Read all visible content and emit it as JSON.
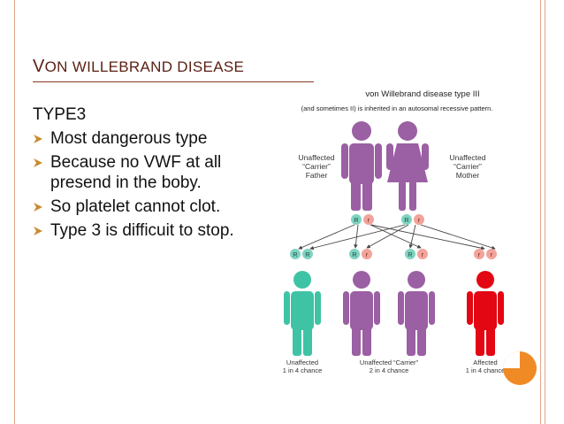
{
  "slide": {
    "title_first_letter": "V",
    "title_rest": "ON WILLEBRAND DISEASE",
    "heading": "TYPE3",
    "bullets": [
      "Most dangerous type",
      "Because no VWF at all presend in the boby.",
      "So platelet cannot clot.",
      "Type 3 is difficuit to stop."
    ]
  },
  "figure": {
    "title_line1": "von Willebrand disease type III",
    "title_line2": "(and sometimes II) is inherited in an autosomal recessive pattern.",
    "father_label": [
      "Unaffected",
      "“Carrier”",
      "Father"
    ],
    "mother_label": [
      "Unaffected",
      "“Carrier”",
      "Mother"
    ],
    "father_alleles": [
      "R",
      "r"
    ],
    "mother_alleles": [
      "R",
      "r"
    ],
    "children": [
      {
        "alleles": [
          "R",
          "R"
        ],
        "label1": "Unaffected",
        "label2": "1 in 4 chance"
      },
      {
        "alleles": [
          "R",
          "r"
        ],
        "label1": "Unaffected “Carrier”",
        "label2": "2 in 4 chance"
      },
      {
        "alleles": [
          "R",
          "r"
        ],
        "label1": "",
        "label2": ""
      },
      {
        "alleles": [
          "r",
          "r"
        ],
        "label1": "Affected",
        "label2": "1 in 4 chance"
      }
    ]
  },
  "colors": {
    "carrier": "#9b5fa3",
    "unaffected": "#3ec4a4",
    "affected": "#e30613",
    "allele_R": "#7fd3c0",
    "allele_r": "#f2a39b",
    "accent": "#f08a24",
    "title": "#5a1f12"
  }
}
